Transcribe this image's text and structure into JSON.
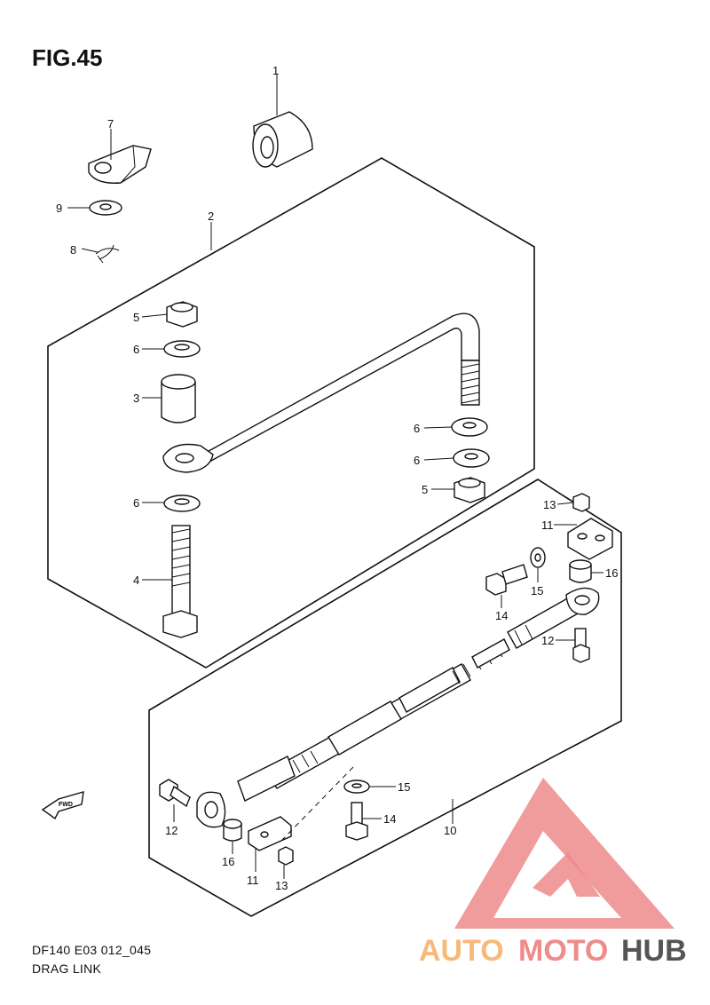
{
  "figure": {
    "title": "FIG.45",
    "code": "DF140 E03 012_045",
    "caption": "DRAG LINK"
  },
  "fwd_label": "FWD",
  "watermark": {
    "part1": "AUTO",
    "part2": "MOTO",
    "part3": "HUB",
    "color_light": "#f7b97a",
    "color_red": "#ef8b8b",
    "color_dark": "#555555"
  },
  "callouts": [
    {
      "id": "c1",
      "label": "1"
    },
    {
      "id": "c7",
      "label": "7"
    },
    {
      "id": "c9",
      "label": "9"
    },
    {
      "id": "c8",
      "label": "8"
    },
    {
      "id": "c2",
      "label": "2"
    },
    {
      "id": "c5a",
      "label": "5"
    },
    {
      "id": "c6a",
      "label": "6"
    },
    {
      "id": "c3",
      "label": "3"
    },
    {
      "id": "c6b",
      "label": "6"
    },
    {
      "id": "c6c",
      "label": "6"
    },
    {
      "id": "c5b",
      "label": "5"
    },
    {
      "id": "c6d",
      "label": "6"
    },
    {
      "id": "c4",
      "label": "4"
    },
    {
      "id": "c13a",
      "label": "13"
    },
    {
      "id": "c11a",
      "label": "11"
    },
    {
      "id": "c16a",
      "label": "16"
    },
    {
      "id": "c15a",
      "label": "15"
    },
    {
      "id": "c14a",
      "label": "14"
    },
    {
      "id": "c12a",
      "label": "12"
    },
    {
      "id": "c15b",
      "label": "15"
    },
    {
      "id": "c14b",
      "label": "14"
    },
    {
      "id": "c10",
      "label": "10"
    },
    {
      "id": "c12b",
      "label": "12"
    },
    {
      "id": "c16b",
      "label": "16"
    },
    {
      "id": "c11b",
      "label": "11"
    },
    {
      "id": "c13b",
      "label": "13"
    }
  ]
}
